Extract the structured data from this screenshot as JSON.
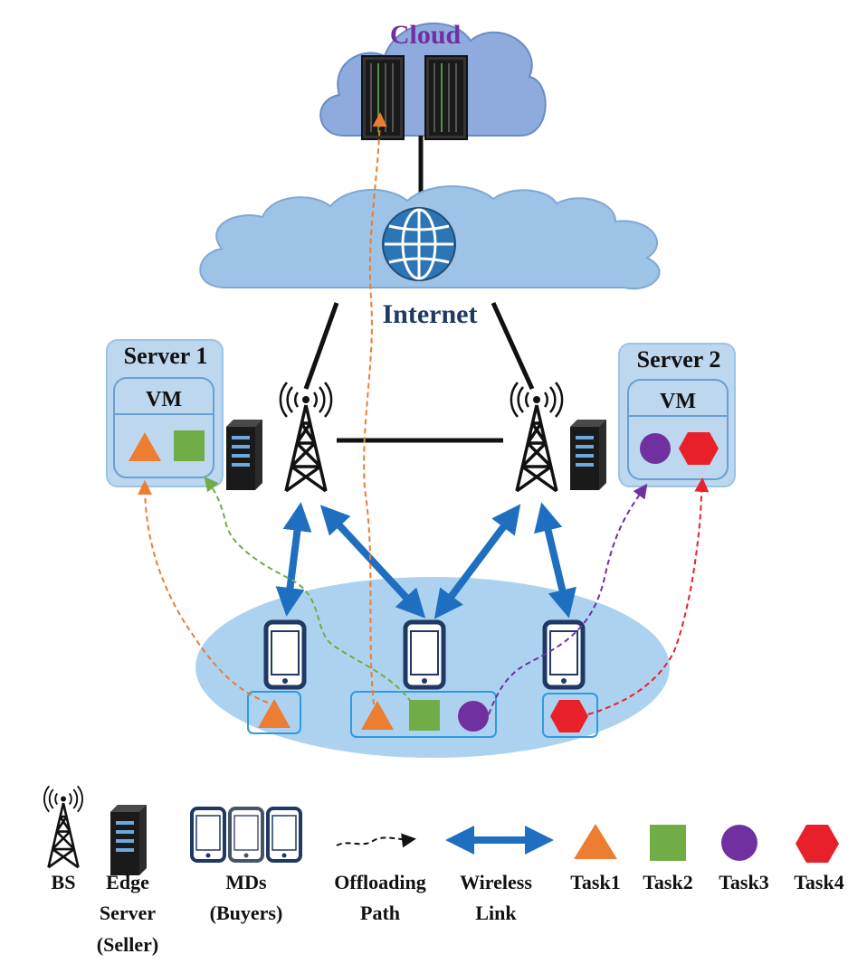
{
  "labels": {
    "cloud": "Cloud",
    "internet": "Internet",
    "server1": "Server 1",
    "server2": "Server 2",
    "vm": "VM"
  },
  "legend": {
    "bs": "BS",
    "edge_server": [
      "Edge",
      "Server",
      "(Seller)"
    ],
    "mds": [
      "MDs",
      "(Buyers)"
    ],
    "offloading_path": [
      "Offloading",
      "Path"
    ],
    "wireless_link": [
      "Wireless",
      "Link"
    ],
    "task1": "Task1",
    "task2": "Task2",
    "task3": "Task3",
    "task4": "Task4"
  },
  "colors": {
    "task1": "#ED7D31",
    "task2": "#70AD47",
    "task3": "#7030A0",
    "task4": "#E8202A",
    "wireless": "#1F6FC0",
    "cloud_fill": "#8FAADC",
    "internet_fill": "#9DC3E6",
    "server_box": "#BDD7EE",
    "cell_area": "#ADD2F0",
    "phone": "#1F3864",
    "cloud_text": "#7030A0",
    "internet_text": "#1F3864"
  }
}
